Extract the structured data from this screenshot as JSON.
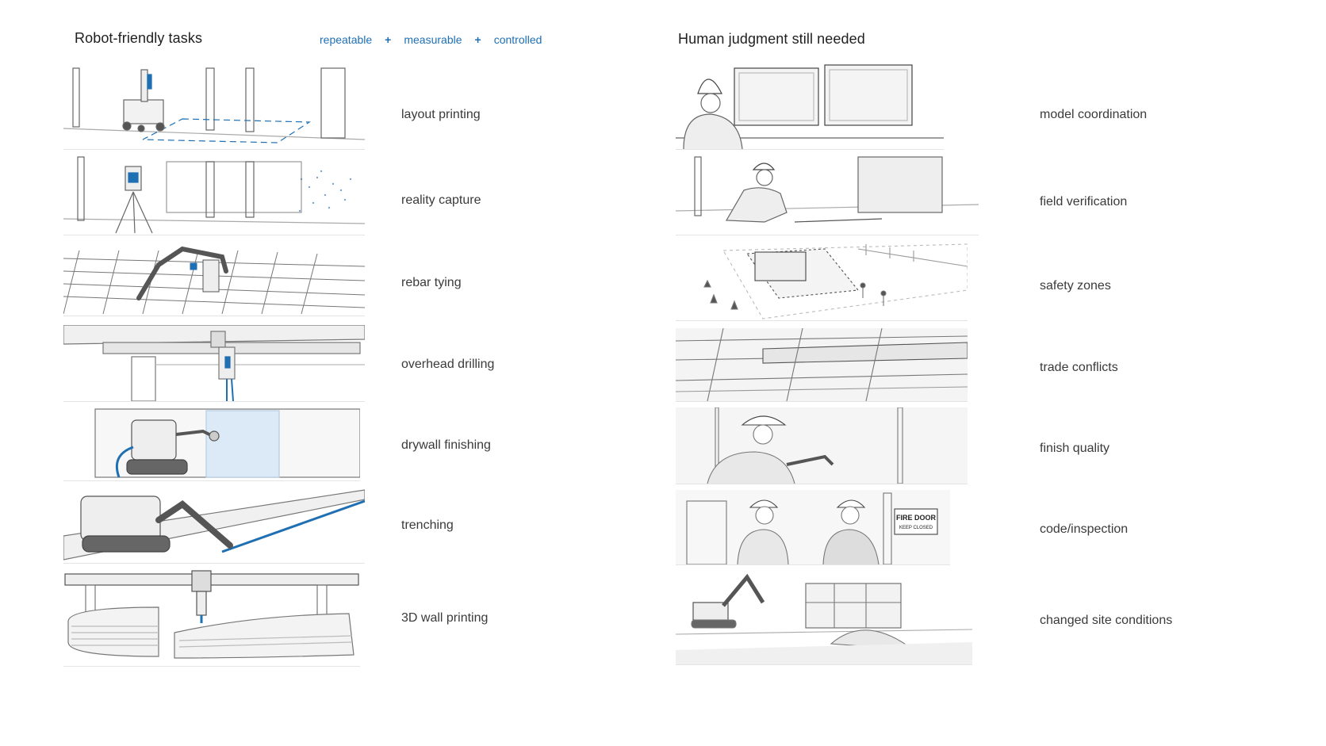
{
  "left": {
    "title": "Robot-friendly tasks",
    "tags": [
      "repeatable",
      "measurable",
      "controlled"
    ],
    "plus": "+",
    "items": [
      {
        "label": "layout printing",
        "icon": "layout-printing-robot-illustration"
      },
      {
        "label": "reality capture",
        "icon": "laser-scanner-illustration"
      },
      {
        "label": "rebar tying",
        "icon": "rebar-tying-robot-illustration"
      },
      {
        "label": "overhead drilling",
        "icon": "overhead-drilling-robot-illustration"
      },
      {
        "label": "drywall finishing",
        "icon": "drywall-finishing-robot-illustration"
      },
      {
        "label": "trenching",
        "icon": "trenching-robot-illustration"
      },
      {
        "label": "3D wall printing",
        "icon": "3d-printing-gantry-illustration"
      }
    ]
  },
  "right": {
    "title": "Human judgment still needed",
    "items": [
      {
        "label": "model coordination",
        "icon": "engineer-at-monitors-illustration"
      },
      {
        "label": "field verification",
        "icon": "worker-measuring-illustration"
      },
      {
        "label": "safety zones",
        "icon": "robot-safety-zone-illustration"
      },
      {
        "label": "trade conflicts",
        "icon": "ceiling-services-illustration"
      },
      {
        "label": "finish quality",
        "icon": "worker-checking-wall-illustration"
      },
      {
        "label": "code/inspection",
        "icon": "inspectors-fire-door-illustration",
        "sign_line1": "FIRE DOOR",
        "sign_line2": "KEEP CLOSED"
      },
      {
        "label": "changed site conditions",
        "icon": "excavator-site-illustration"
      }
    ]
  },
  "colors": {
    "accent": "#1f6fb3",
    "sketch": "#555555",
    "light": "#bdbdbd"
  }
}
